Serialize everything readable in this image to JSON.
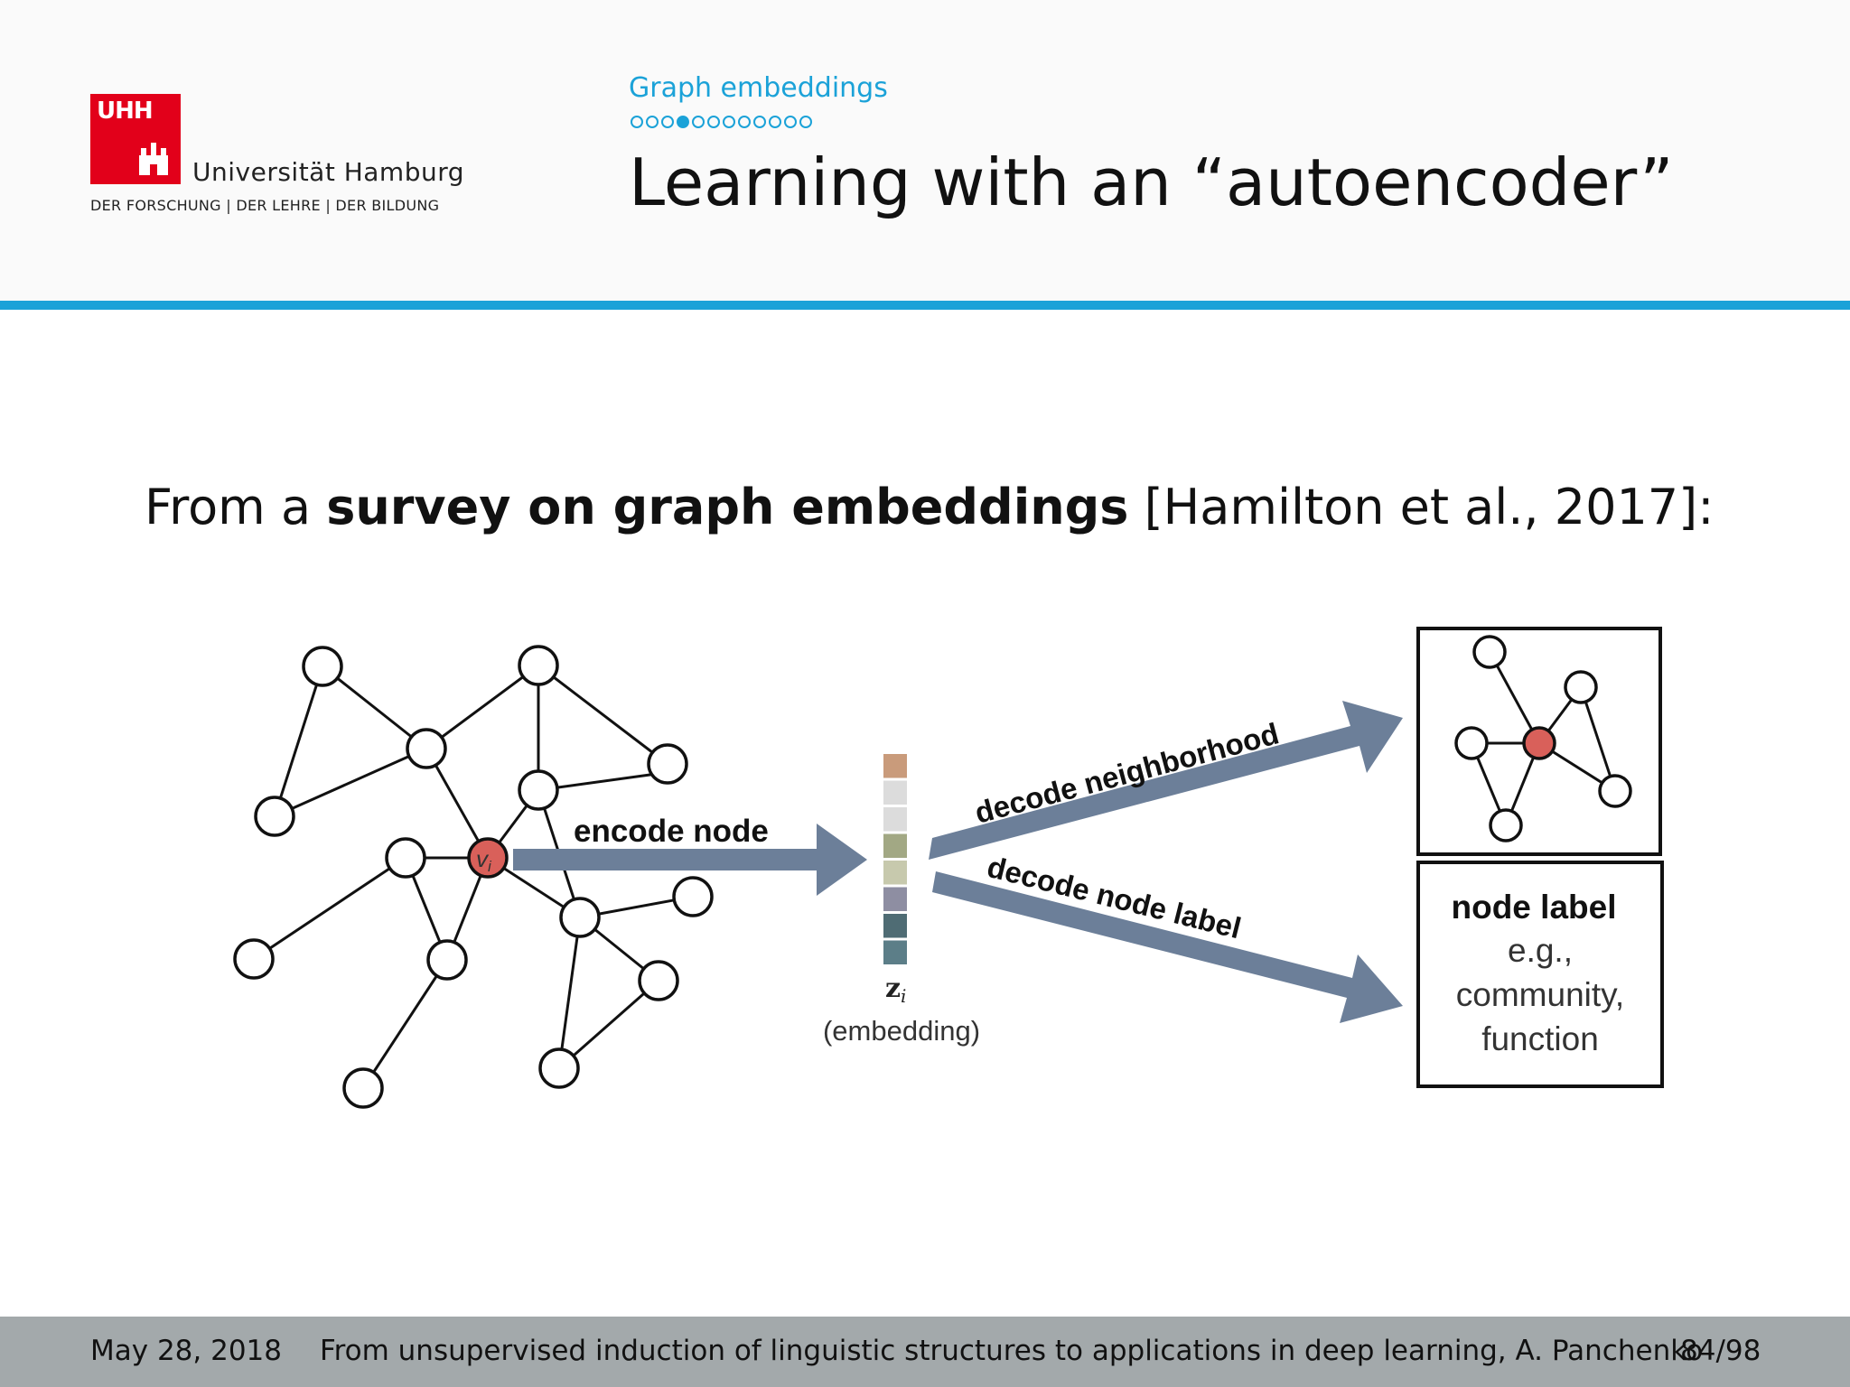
{
  "logo": {
    "mark": "UHH",
    "name": "Universität Hamburg",
    "motto": "DER FORSCHUNG | DER LEHRE | DER BILDUNG"
  },
  "header": {
    "section": "Graph embeddings",
    "progress": {
      "total": 12,
      "current": 4
    },
    "title": "Learning with an “autoencoder”"
  },
  "body": {
    "lead_prefix": "From a ",
    "lead_bold": "survey on graph embeddings",
    "lead_suffix": " [Hamilton et al., 2017]:"
  },
  "diagram": {
    "node_label": "v",
    "node_subscript": "i",
    "encode_label": "encode node",
    "decode_neighborhood_label": "decode neighborhood",
    "decode_label_label": "decode node label",
    "embedding_symbol": "z",
    "embedding_subscript": "i",
    "embedding_caption": "(embedding)",
    "output_title": "node label",
    "output_line1": "e.g.,",
    "output_line2": "community,",
    "output_line3": "function",
    "embedding_colors": [
      "#c99b7b",
      "#dcdcdc",
      "#dcdcdc",
      "#a2a884",
      "#c7c9ad",
      "#8e8ea2",
      "#4f6c74",
      "#5c7e88"
    ],
    "highlight_color": "#d9605a",
    "arrow_color": "#6c7f99"
  },
  "footer": {
    "date": "May 28, 2018",
    "talk": "From unsupervised induction of linguistic structures to applications in deep learning, A. Panchenko",
    "page": "84/98"
  }
}
